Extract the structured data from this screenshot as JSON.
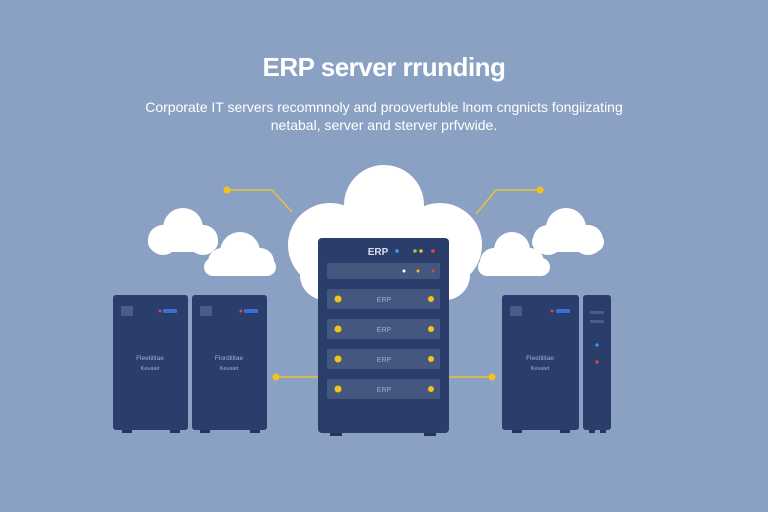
{
  "header": {
    "title": "ERP server rrunding",
    "subtitle": "Corporate IT servers recomnnoly and proovertuble lnom cngnicts fongiizating netabal, server and sterver prfvwide."
  },
  "main_server": {
    "brand": "ERP",
    "bays": [
      "ERP",
      "ERP",
      "ERP",
      "ERP"
    ]
  },
  "side_servers": [
    {
      "label_line1": "Fleetilitae",
      "label_line2": "Keuaiet"
    },
    {
      "label_line1": "Flordilitae",
      "label_line2": "Keuaiet"
    },
    {
      "label_line1": "Fleetilitae",
      "label_line2": "Keuaiet"
    }
  ],
  "colors": {
    "background": "#8aa1c3",
    "server_body": "#2a3d6b",
    "accent_yellow": "#f2c31b",
    "cloud": "#ffffff"
  }
}
